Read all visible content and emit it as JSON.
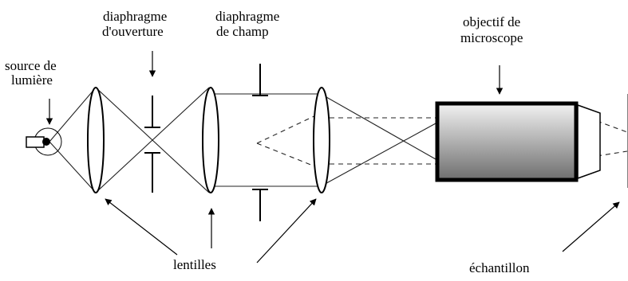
{
  "labels": {
    "source_line1": "source de",
    "source_line2": "lumière",
    "aperture_line1": "diaphragme",
    "aperture_line2": "d'ouverture",
    "field_line1": "diaphragme",
    "field_line2": "de champ",
    "objective_line1": "objectif de",
    "objective_line2": "microscope",
    "lenses": "lentilles",
    "sample": "échantillon"
  },
  "colors": {
    "objective_gradient_top": "#f2f2f2",
    "objective_gradient_bottom": "#6e6e6e",
    "line": "#000000"
  }
}
